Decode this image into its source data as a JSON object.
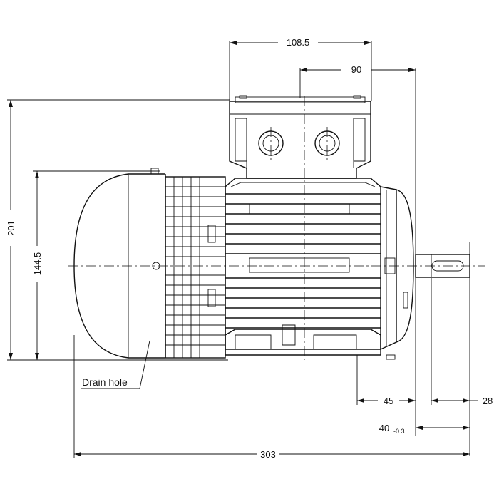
{
  "dimensions": {
    "terminal_box_width": "108.5",
    "terminal_box_offset": "90",
    "overall_height": "201",
    "frame_height": "144.5",
    "foot_to_shaft_shoulder": "45",
    "shaft_length": "28",
    "shaft_extension": "40",
    "shaft_extension_tolerance": "-0.3",
    "overall_length": "303"
  },
  "labels": {
    "drain_hole": "Drain hole"
  }
}
